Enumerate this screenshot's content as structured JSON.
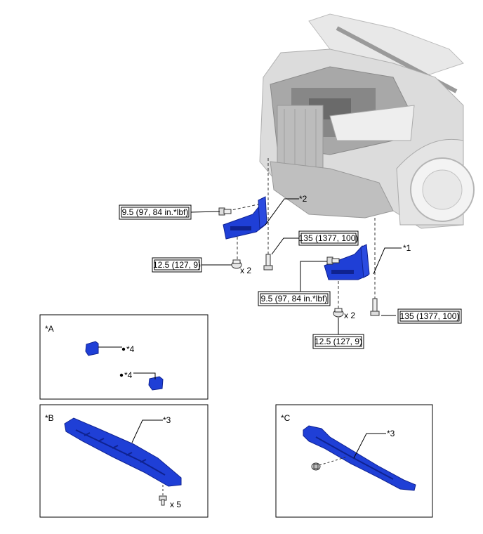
{
  "callouts": {
    "c1": "*1",
    "c2": "*2",
    "c3": "*3",
    "c4": "*4"
  },
  "torques": {
    "bolt_small": "9.5 (97, 84 in.*lbf)",
    "nut": "12.5 (127, 9)",
    "bolt_large": "135 (1377, 100)"
  },
  "quantities": {
    "x2": "x 2",
    "x5": "x 5"
  },
  "panels": {
    "a": "*A",
    "b": "*B",
    "c": "*C"
  },
  "colors": {
    "part_blue": "#1f3fd6",
    "part_dark": "#0f2290",
    "vehicle_gray": "#c9c9c9"
  }
}
